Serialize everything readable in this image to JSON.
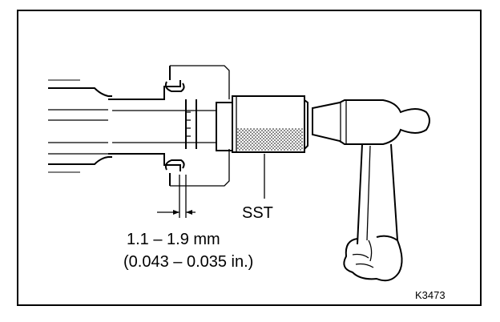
{
  "labels": {
    "tool": "SST",
    "clearance_mm": "1.1 – 1.9 mm",
    "clearance_in": "(0.043 – 0.035 in.)",
    "figure_id": "K3473"
  }
}
